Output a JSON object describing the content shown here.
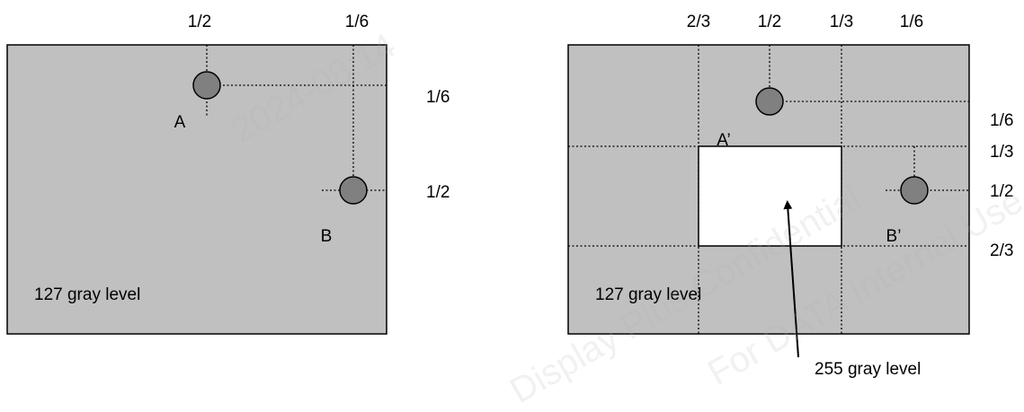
{
  "colors": {
    "panel_fill": "#c0c0c0",
    "window_fill": "#ffffff",
    "dot_fill": "#808080",
    "line": "#000000"
  },
  "left_panel": {
    "top_labels": [
      "1/2",
      "1/6"
    ],
    "right_labels": [
      "1/6",
      "1/2"
    ],
    "point_a": "A",
    "point_b": "B",
    "caption": "127 gray level"
  },
  "right_panel": {
    "top_labels": [
      "2/3",
      "1/2",
      "1/3",
      "1/6"
    ],
    "right_labels": [
      "1/6",
      "1/3",
      "1/2",
      "2/3"
    ],
    "point_a": "A’",
    "point_b": "B’",
    "caption": "127 gray level",
    "window_caption": "255 gray level"
  },
  "watermark": {
    "lines": [
      "Display Plus Confidential",
      "For DATA Internal Use Only",
      "2024-08:14"
    ]
  }
}
